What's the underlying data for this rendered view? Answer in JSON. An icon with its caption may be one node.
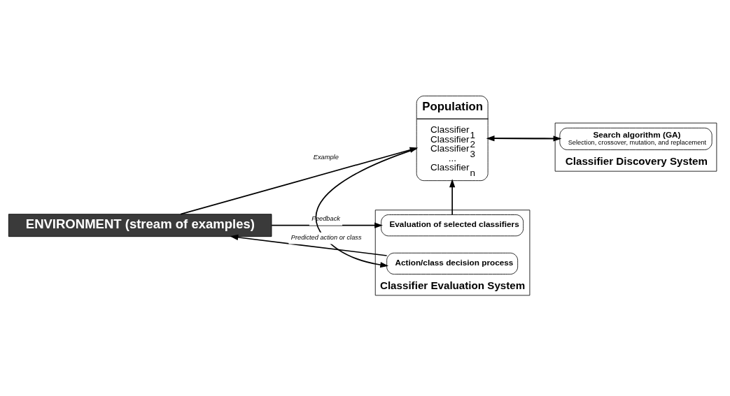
{
  "diagram": {
    "nodes": [
      {
        "text": [
          "ENVIRONMENT (stream of examples)"
        ]
      },
      {
        "text": [
          "Population",
          "Classifier$_{1}$",
          "Classifier$_{2}$",
          "Classifier$_{3}$",
          "...",
          "Classifier$_{n}$"
        ]
      },
      {
        "text": [
          "Classifier Evaluation System"
        ]
      },
      {
        "text": [
          "Action/class decision process"
        ],
        "in": 2
      },
      {
        "text": [
          "Evaluation of selected classifiers"
        ],
        "in": 2
      },
      {
        "text": [
          "Classifier Discovery System"
        ]
      },
      {
        "text": [
          "Search algorithm (GA)",
          "Selection, crossover, mutation, and replacement"
        ],
        "in": 5
      }
    ],
    "edges": [
      {
        "from": 0,
        "to": 1,
        "arrow": "to",
        "label": "Example"
      },
      {
        "from": 3,
        "to": 0,
        "arrow": "to",
        "label": "Predicted action or class"
      },
      {
        "from": 0,
        "to": 4,
        "arrow": "to",
        "label": "Feedback"
      },
      {
        "from": 1,
        "to": 3,
        "arrow": "to"
      },
      {
        "from": 4,
        "to": 1,
        "arrow": "to"
      },
      {
        "from": 1,
        "to": 6,
        "arrow": "to"
      },
      {
        "from": 6,
        "to": 1,
        "arrow": "to"
      }
    ]
  }
}
